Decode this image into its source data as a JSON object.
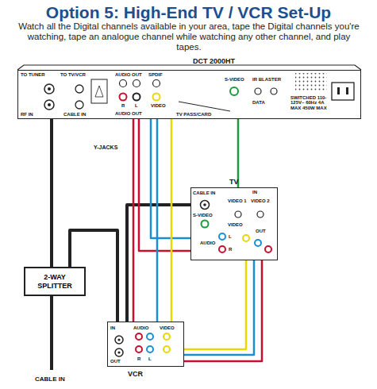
{
  "diagram": {
    "title": "Option 5: High-End TV / VCR Set-Up",
    "nodes": [
      {
        "text": [
          "DCT 2000HT"
        ]
      },
      {
        "text": [
          "TV"
        ]
      },
      {
        "text": [
          "2-WAY SPLITTER"
        ]
      },
      {
        "text": [
          "VCR"
        ]
      }
    ],
    "edges": [
      {
        "from": 2,
        "to": 0,
        "arrow": "none"
      },
      {
        "from": 2,
        "to": 3,
        "arrow": "none"
      },
      {
        "from": 3,
        "to": 1,
        "arrow": "none"
      },
      {
        "from": 0,
        "to": 1,
        "arrow": "none"
      },
      {
        "from": 0,
        "to": 1,
        "arrow": "none"
      },
      {
        "from": 0,
        "to": 1,
        "arrow": "none"
      },
      {
        "from": 0,
        "to": 3,
        "arrow": "none"
      },
      {
        "from": 0,
        "to": 3,
        "arrow": "none"
      },
      {
        "from": 0,
        "to": 3,
        "arrow": "none"
      },
      {
        "from": 1,
        "to": 3,
        "arrow": "none"
      },
      {
        "from": 1,
        "to": 3,
        "arrow": "none"
      },
      {
        "from": 1,
        "to": 3,
        "arrow": "none"
      }
    ],
    "labels": [
      "Watch all the Digital channels available in your area, tape the Digital channels you're watching, tape an analogue channel while watching any other channel, and play tapes.",
      "TO TUNER",
      "RF IN",
      "TO TV/VCR",
      "CABLE IN",
      "AUDIO OUT",
      "SPDIF",
      "R",
      "L",
      "AUDIO OUT",
      "VIDEO",
      "TV PASS/CARD",
      "S-VIDEO",
      "IR BLASTER",
      "DATA",
      "SWITCHED 110-125V~ 60Hz 4A MAX 450W MAX",
      "Y-JACKS",
      "CABLE IN",
      "IN",
      "S-VIDEO",
      "VIDEO 1",
      "VIDEO 2",
      "VIDEO",
      "L",
      "AUDIO",
      "R",
      "OUT",
      "IN",
      "OUT",
      "AUDIO",
      "VIDEO",
      "R",
      "L",
      "CABLE IN"
    ]
  }
}
